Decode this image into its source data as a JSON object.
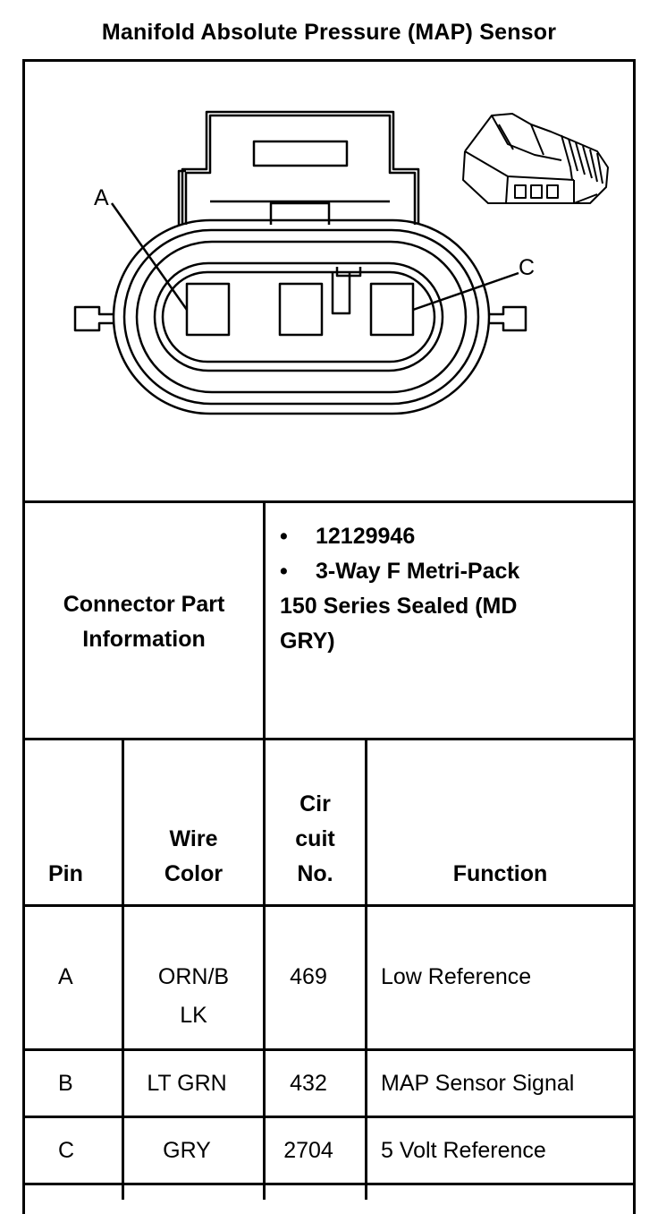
{
  "title": "Manifold Absolute Pressure (MAP) Sensor",
  "diagram": {
    "label_a": "A",
    "label_c": "C"
  },
  "connector_info": {
    "label_line1": "Connector Part",
    "label_line2": "Information",
    "bullet": "•",
    "part_number": "12129946",
    "type_line1": "3-Way F Metri-Pack",
    "type_line2": "150 Series Sealed (MD",
    "type_line3": "GRY)"
  },
  "table": {
    "headers": {
      "pin": "Pin",
      "wire_color_line1": "Wire",
      "wire_color_line2": "Color",
      "circuit_line1": "Cir",
      "circuit_line2": "cuit",
      "circuit_line3": "No.",
      "function": "Function"
    },
    "rows": [
      {
        "pin": "A",
        "wire_line1": "ORN/B",
        "wire_line2": "LK",
        "circuit": "469",
        "function": "Low Reference"
      },
      {
        "pin": "B",
        "wire_line1": "LT GRN",
        "wire_line2": "",
        "circuit": "432",
        "function": "MAP Sensor Signal"
      },
      {
        "pin": "C",
        "wire_line1": "GRY",
        "wire_line2": "",
        "circuit": "2704",
        "function": "5 Volt Reference"
      }
    ]
  }
}
